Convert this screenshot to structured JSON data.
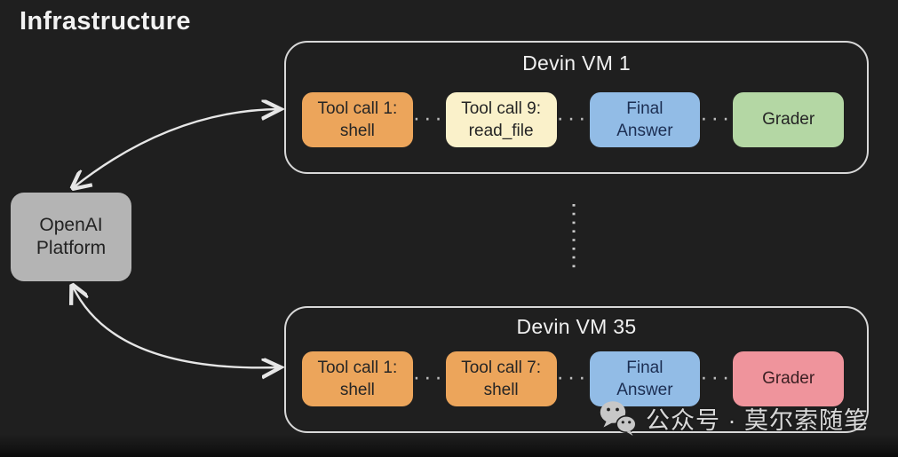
{
  "title": "Infrastructure",
  "platform": {
    "label": "OpenAI\nPlatform",
    "color": "#b4b4b4"
  },
  "vms": [
    {
      "name": "Devin VM 1",
      "nodes": [
        {
          "label": "Tool call 1:\nshell",
          "color": "#eca55b",
          "text_color": "#252525"
        },
        {
          "label": "Tool call 9:\nread_file",
          "color": "#faf1ca",
          "text_color": "#252525"
        },
        {
          "label": "Final\nAnswer",
          "color": "#92bce6",
          "text_color": "#1c2e52"
        },
        {
          "label": "Grader",
          "color": "#b4d7a4",
          "text_color": "#252525"
        }
      ]
    },
    {
      "name": "Devin VM 35",
      "nodes": [
        {
          "label": "Tool call 1:\nshell",
          "color": "#eca55b",
          "text_color": "#252525"
        },
        {
          "label": "Tool call 7:\nshell",
          "color": "#eca55b",
          "text_color": "#252525"
        },
        {
          "label": "Final\nAnswer",
          "color": "#92bce6",
          "text_color": "#1c2e52"
        },
        {
          "label": "Grader",
          "color": "#ef949c",
          "text_color": "#3a1f22"
        }
      ]
    }
  ],
  "connectors": {
    "arrow_color": "#e6e6e6",
    "dots_color": "#bdbdbd"
  },
  "watermark": {
    "icon": "wechat-icon",
    "text": "公众号 · 莫尔索随笔"
  }
}
